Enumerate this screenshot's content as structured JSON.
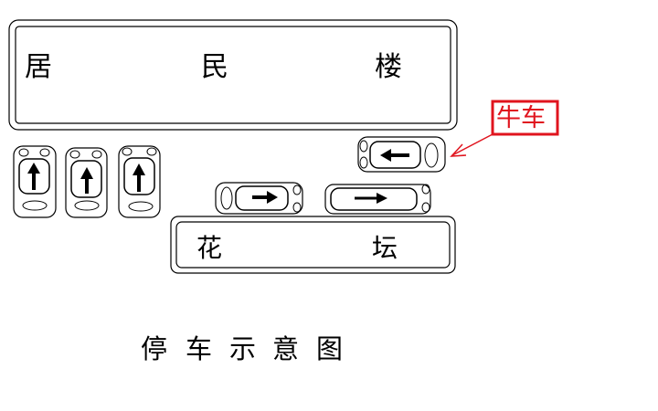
{
  "building": {
    "chars": [
      "居",
      "民",
      "楼"
    ]
  },
  "flowerbed": {
    "chars": [
      "花",
      "坛"
    ]
  },
  "callout": {
    "label": "牛车"
  },
  "caption": {
    "chars": [
      "停",
      "车",
      "示",
      "意",
      "图"
    ]
  },
  "colors": {
    "ink": "#000000",
    "callout": "#e0141e",
    "background": "#ffffff"
  }
}
